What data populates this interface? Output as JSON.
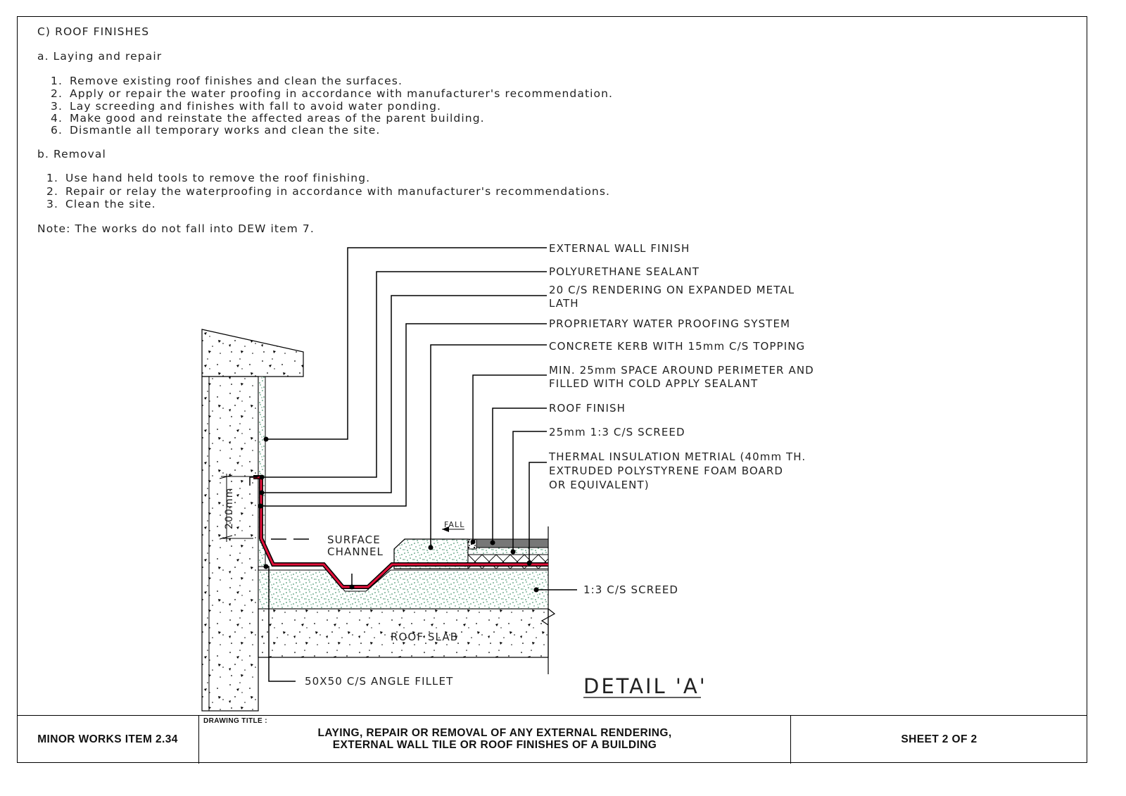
{
  "notes": {
    "heading": "C) ROOF FINISHES",
    "section_a": {
      "title": "a.  Laying and repair",
      "items": [
        {
          "num": "1.",
          "text": "Remove existing roof finishes and clean the surfaces."
        },
        {
          "num": "2.",
          "text": "Apply or repair the water proofing in accordance with manufacturer's recommendation."
        },
        {
          "num": "3.",
          "text": "Lay screeding and finishes with fall to avoid water ponding."
        },
        {
          "num": "4.",
          "text": "Make good and reinstate the affected areas of the parent building."
        },
        {
          "num": "6.",
          "text": "Dismantle all temporary works and clean the site."
        }
      ]
    },
    "section_b": {
      "title": "b.  Removal",
      "items": [
        {
          "num": "1.",
          "text": "Use hand held tools to remove the roof finishing."
        },
        {
          "num": "2.",
          "text": "Repair or relay the waterproofing in accordance with manufacturer's recommendations."
        },
        {
          "num": "3.",
          "text": "Clean the site."
        }
      ]
    },
    "note": "Note: The works do not fall into DEW item 7."
  },
  "detail": {
    "labels": {
      "external_wall_finish": "EXTERNAL WALL FINISH",
      "polyurethane_sealant": "POLYURETHANE SEALANT",
      "rendering_line1": "20 C/S RENDERING ON EXPANDED METAL",
      "rendering_line2": "LATH",
      "waterproofing": "PROPRIETARY WATER PROOFING SYSTEM",
      "kerb": "CONCRETE KERB WITH 15mm C/S TOPPING",
      "space_line1": "MIN. 25mm SPACE AROUND PERIMETER AND",
      "space_line2": "FILLED WITH COLD APPLY SEALANT",
      "roof_finish": "ROOF FINISH",
      "screed_25": "25mm 1:3 C/S SCREED",
      "insulation_line1": "THERMAL INSULATION METRIAL (40mm TH.",
      "insulation_line2": "EXTRUDED POLYSTYRENE FOAM BOARD",
      "insulation_line3": "OR EQUIVALENT)",
      "screed_13": "1:3 C/S SCREED",
      "angle_fillet": "50X50 C/S ANGLE FILLET",
      "surface_channel_line1": "SURFACE",
      "surface_channel_line2": "CHANNEL",
      "roof_slab": "ROOF SLAB",
      "fall": "FALL",
      "dimension": "200mm",
      "detail_title": "DETAIL 'A'"
    },
    "colors": {
      "waterproofing": "#e0103a",
      "screed_dots": "#1a7a4a",
      "line": "#000000"
    }
  },
  "title_block": {
    "item": "MINOR WORKS ITEM 2.34",
    "drawing_title_label": "DRAWING TITLE :",
    "title_line1": "LAYING, REPAIR OR REMOVAL OF ANY EXTERNAL RENDERING,",
    "title_line2": "EXTERNAL WALL TILE OR ROOF FINISHES OF A BUILDING",
    "sheet": "SHEET 2 OF 2"
  }
}
